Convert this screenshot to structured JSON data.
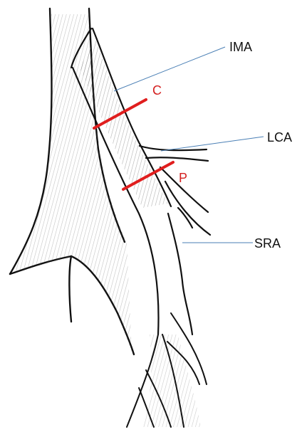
{
  "labels": {
    "ima": "IMA",
    "lca": "LCA",
    "sra": "SRA",
    "c": "C",
    "p": "P"
  },
  "colors": {
    "ink": "#111111",
    "hatch": "#555555",
    "leader": "#4a7fb5",
    "cut": "#e01e1e",
    "cut_label": "#d42020"
  }
}
